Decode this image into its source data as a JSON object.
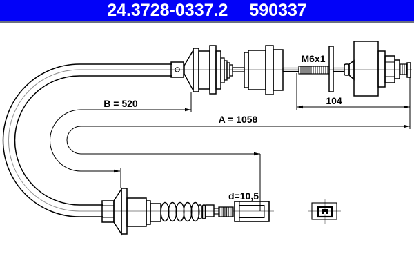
{
  "header": {
    "part_number": "24.3728-0337.2",
    "ref_number": "590337"
  },
  "colors": {
    "header_bg": "#0202f8",
    "header_text": "#ffffff",
    "line": "#000000",
    "centerline": "#8a8a8a"
  },
  "diagram": {
    "dimensions": {
      "b_label": "B = 520",
      "a_label": "A = 1058",
      "length_104": "104",
      "thread_label": "M6x1",
      "diameter_label": "d=10,5"
    }
  }
}
